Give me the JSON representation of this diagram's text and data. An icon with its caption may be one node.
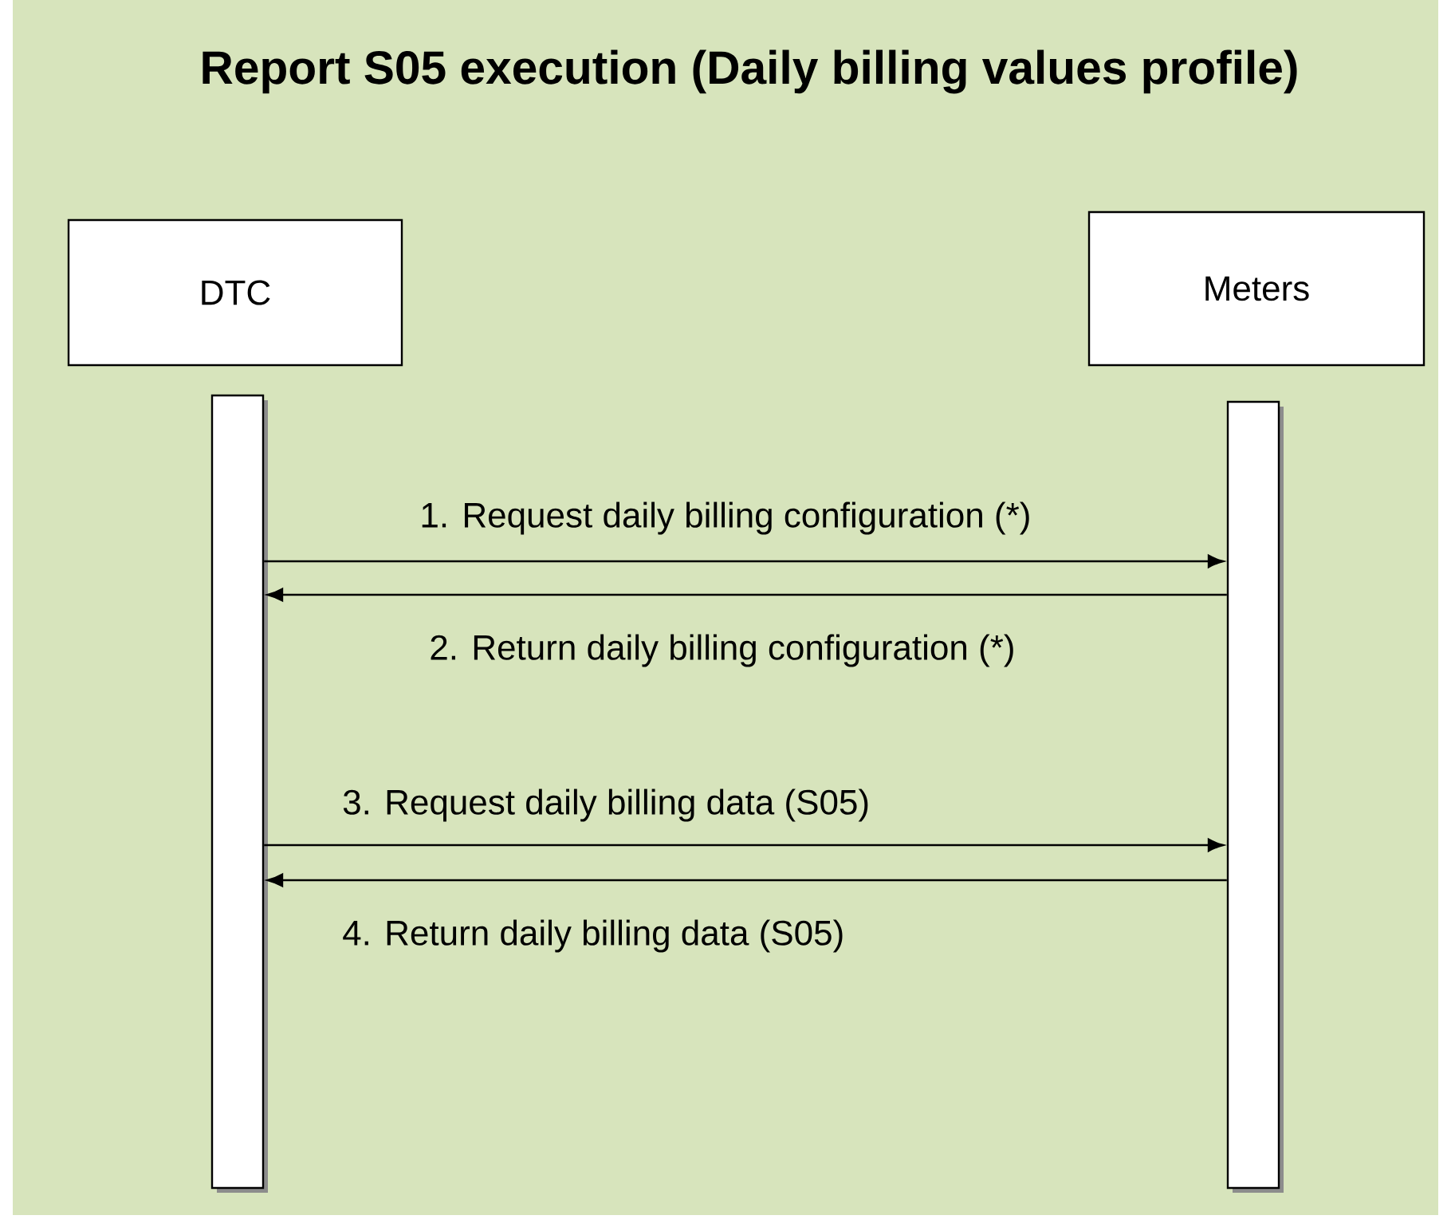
{
  "diagram": {
    "title": "Report S05 execution (Daily billing values profile)",
    "nodes": [
      {
        "text": [
          "DTC"
        ]
      },
      {
        "text": [
          "Meters"
        ]
      },
      {
        "text": [],
        "shape": "bar"
      },
      {
        "text": [],
        "shape": "bar"
      }
    ],
    "edges": [
      {
        "from": 2,
        "to": 3,
        "arrow": "to",
        "label": "1. Request daily billing configuration (*)"
      },
      {
        "from": 3,
        "to": 2,
        "arrow": "to",
        "label": "2. Return daily billing configuration (*)"
      },
      {
        "from": 2,
        "to": 3,
        "arrow": "to",
        "label": "3. Request daily billing data (S05)"
      },
      {
        "from": 3,
        "to": 2,
        "arrow": "to",
        "label": "4. Return daily billing data (S05)"
      }
    ]
  }
}
